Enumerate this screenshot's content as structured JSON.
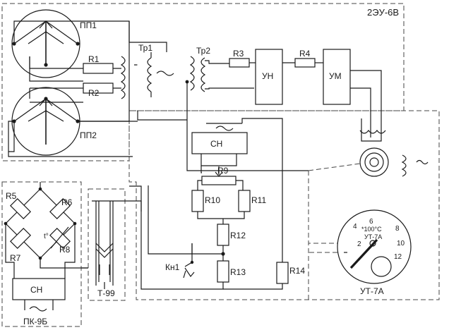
{
  "blocks": {
    "main_unit": "2ЭУ-6В",
    "thermocouple_probe": "Т-99",
    "bridge_unit": "ПК-9Б",
    "gauge": "УТ-7А"
  },
  "components": {
    "pp1": "ПП1",
    "pp2": "ПП2",
    "tr1": "Тр1",
    "tr2": "Тр2",
    "r1": "R1",
    "r2": "R2",
    "r3": "R3",
    "r4": "R4",
    "r5": "R5",
    "r6": "R6",
    "r7": "R7",
    "r8": "R8",
    "r9": "R9",
    "r10": "R10",
    "r11": "R11",
    "r12": "R12",
    "r13": "R13",
    "r14": "R14",
    "un": "УН",
    "um": "УМ",
    "sn_main": "СН",
    "sn_bridge": "СН",
    "kn1": "Кн1",
    "t_deg": "t°"
  },
  "gauge_face": {
    "scale_labels": [
      "2",
      "4",
      "6",
      "8",
      "10",
      "12"
    ],
    "unit_line1": "*100°С",
    "unit_line2": "УТ-7А"
  },
  "colors": {
    "line": "#1a1a1a",
    "dashed_border": "#444444",
    "background": "#ffffff"
  }
}
